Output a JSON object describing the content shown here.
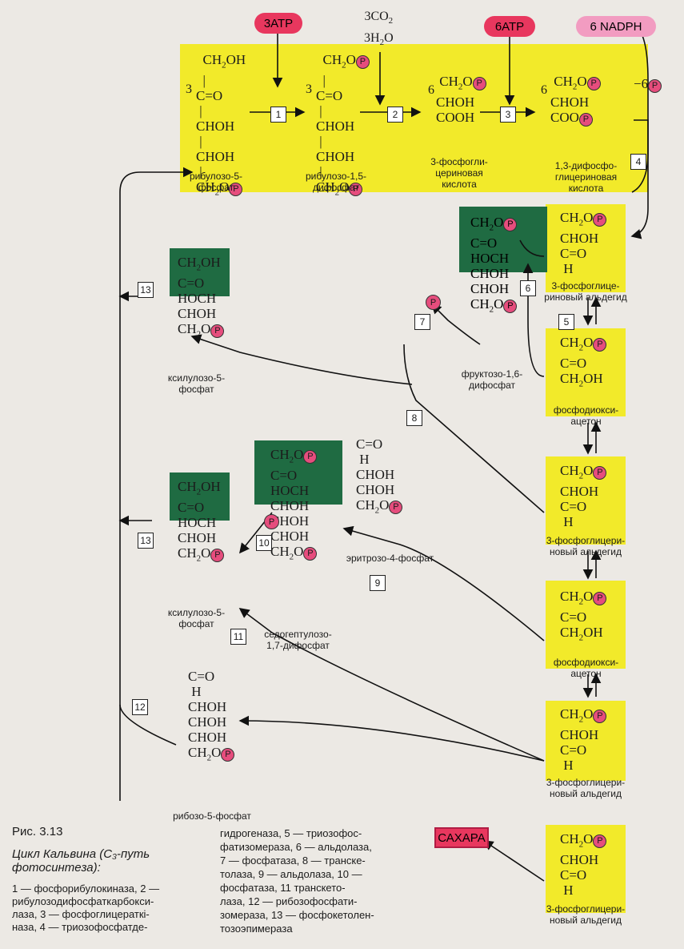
{
  "inputs": {
    "atp3": "3АТР",
    "co2": "3CO",
    "h2o": "3H",
    "atp6": "6АТР",
    "nadph": "6 NADPH"
  },
  "coefficients": {
    "c1": "3",
    "c2": "3",
    "c3": "6",
    "c4": "6"
  },
  "compounds": {
    "ribulose5p": "рибулозо-5-\nфосфат",
    "ribulose15dp": "рибулозо-1,5-\nдифосфат",
    "pga": "3-фосфогли-\nцериновая\nкислота",
    "dpga": "1,3-дифосфо-\nглицериновая\nкислота",
    "gap1": "3-фосфоглице-\nриновый альдегид",
    "dhap1": "фосфодиокси-\nацетон",
    "fbp": "фруктозо-1,6-\nдифосфат",
    "xylulose1": "ксилулозо-5-\nфосфат",
    "gap2": "3-фосфоглицери-\nновый альдегид",
    "erythrose": "эритрозо-4-фосфат",
    "xylulose2": "ксилулозо-5-\nфосфат",
    "sbp": "седогептулозо-\n1,7-дифосфат",
    "dhap2": "фосфодиокси-\nацетон",
    "gap3": "3-фосфоглицери-\nновый альдегид",
    "ribose": "рибозо-5-фосфат",
    "gap4": "3-фосфоглицери-\nновый альдегид"
  },
  "steps": {
    "s1": "1",
    "s2": "2",
    "s3": "3",
    "s4": "4",
    "s5": "5",
    "s6": "6",
    "s7": "7",
    "s8": "8",
    "s9": "9",
    "s10": "10",
    "s11": "11",
    "s12": "12",
    "s13a": "13",
    "s13b": "13"
  },
  "phosphate": "P",
  "product": "САХАРА",
  "figure": {
    "label": "Рис. 3.13",
    "title": "Цикл Кальвина (C₃-путь\nфотосинтеза):",
    "legend_col1": "1 — фосфорибулокиназа, 2 —\nрибулозодифосфаткарбокси-\nлаза, 3 — фосфоглицераткі-\nназа,  4 — триозофосфатде-",
    "legend_col2": "гидрогеназа,  5 — триозофос-\nфатизомераза, 6 — альдолаза,\n7 — фосфатаза, 8 — транске-\nтолаза, 9 — альдолаза, 10 —\nфосфатаза, 11 транскето-\nлаза, 12 — рибозофосфати-\nзомераза, 13 — фосфокетолен-\nтозоэпимераза"
  },
  "colors": {
    "yellow": "#f2ea2a",
    "green": "#1f6b42",
    "red": "#e8375e",
    "pink": "#f29cc1"
  }
}
